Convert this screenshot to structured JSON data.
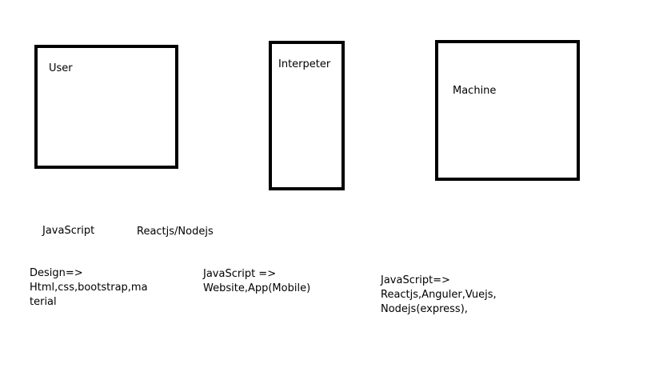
{
  "boxes": {
    "user": "User",
    "interpreter": "Interpeter",
    "machine": "Machine"
  },
  "labels": {
    "javascript": "JavaScript",
    "reactjs_nodejs": "Reactjs/Nodejs"
  },
  "notes": {
    "design": [
      "Design=>",
      "Html,css,bootstrap,ma",
      "terial"
    ],
    "javascript_uses": [
      "JavaScript =>",
      "Website,App(Mobile)"
    ],
    "frameworks": [
      "JavaScript=>",
      "Reactjs,Anguler,Vuejs,",
      "Nodejs(express),"
    ]
  }
}
